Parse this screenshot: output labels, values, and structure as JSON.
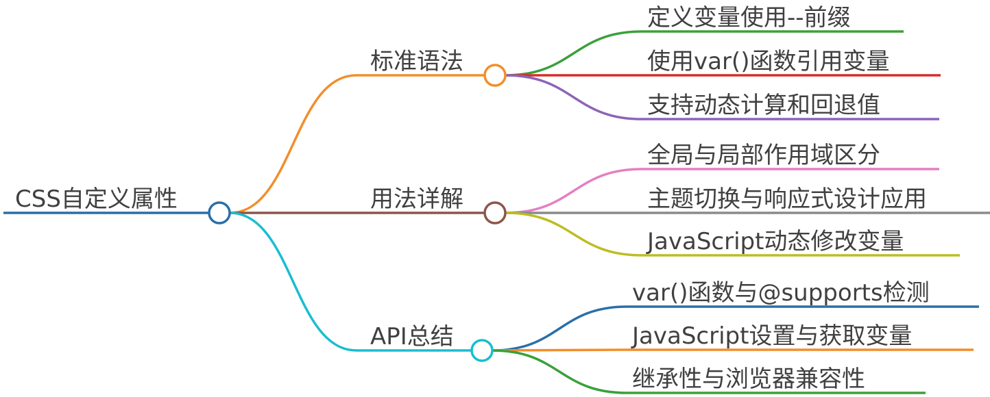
{
  "root": {
    "label": "CSS自定义属性",
    "color": "#2a6fa8"
  },
  "branches": [
    {
      "label": "标准语法",
      "color": "#f28e2b",
      "leaves": [
        {
          "label": "定义变量使用--前缀",
          "color": "#3aa03a"
        },
        {
          "label": "使用var()函数引用变量",
          "color": "#d62d2d"
        },
        {
          "label": "支持动态计算和回退值",
          "color": "#8e63b8"
        }
      ]
    },
    {
      "label": "用法详解",
      "color": "#8c564b",
      "leaves": [
        {
          "label": "全局与局部作用域区分",
          "color": "#e47fc2"
        },
        {
          "label": "主题切换与响应式设计应用",
          "color": "#8a8a8a"
        },
        {
          "label": "JavaScript动态修改变量",
          "color": "#bcbd22"
        }
      ]
    },
    {
      "label": "API总结",
      "color": "#17becf",
      "leaves": [
        {
          "label": "var()函数与@supports检测",
          "color": "#2a6fa8"
        },
        {
          "label": "JavaScript设置与获取变量",
          "color": "#f28e2b"
        },
        {
          "label": "继承性与浏览器兼容性",
          "color": "#3aa03a"
        }
      ]
    }
  ]
}
